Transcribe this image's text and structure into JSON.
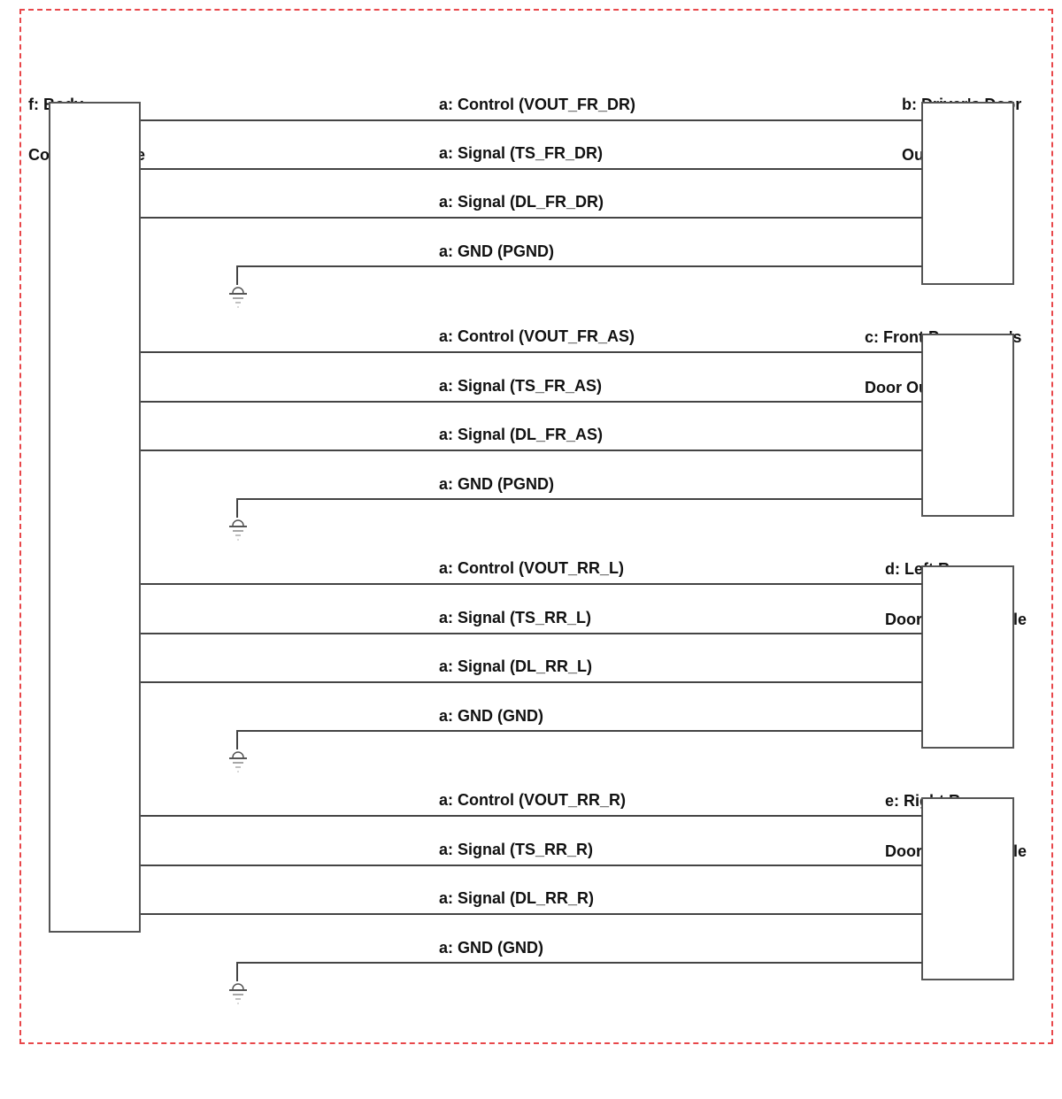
{
  "body_control_module": {
    "label_line1": "f: Body",
    "label_line2": "Control Module"
  },
  "handles": [
    {
      "id": "b",
      "label_line1": "b: Driver's Door",
      "label_line2": "Outer Handle",
      "wires": [
        "a: Control (VOUT_FR_DR)",
        "a: Signal (TS_FR_DR)",
        "a: Signal (DL_FR_DR)",
        "a: GND (PGND)"
      ]
    },
    {
      "id": "c",
      "label_line1": "c: Front Passenger's",
      "label_line2": "Door Outer Handle",
      "wires": [
        "a: Control (VOUT_FR_AS)",
        "a: Signal (TS_FR_AS)",
        "a: Signal (DL_FR_AS)",
        "a: GND (PGND)"
      ]
    },
    {
      "id": "d",
      "label_line1": "d: Left Rear",
      "label_line2": "Door Outer Handle",
      "wires": [
        "a: Control (VOUT_RR_L)",
        "a: Signal (TS_RR_L)",
        "a: Signal (DL_RR_L)",
        "a: GND (GND)"
      ]
    },
    {
      "id": "e",
      "label_line1": "e: Right Rear",
      "label_line2": "Door Outer Handle",
      "wires": [
        "a: Control (VOUT_RR_R)",
        "a: Signal (TS_RR_R)",
        "a: Signal (DL_RR_R)",
        "a: GND (GND)"
      ]
    }
  ]
}
